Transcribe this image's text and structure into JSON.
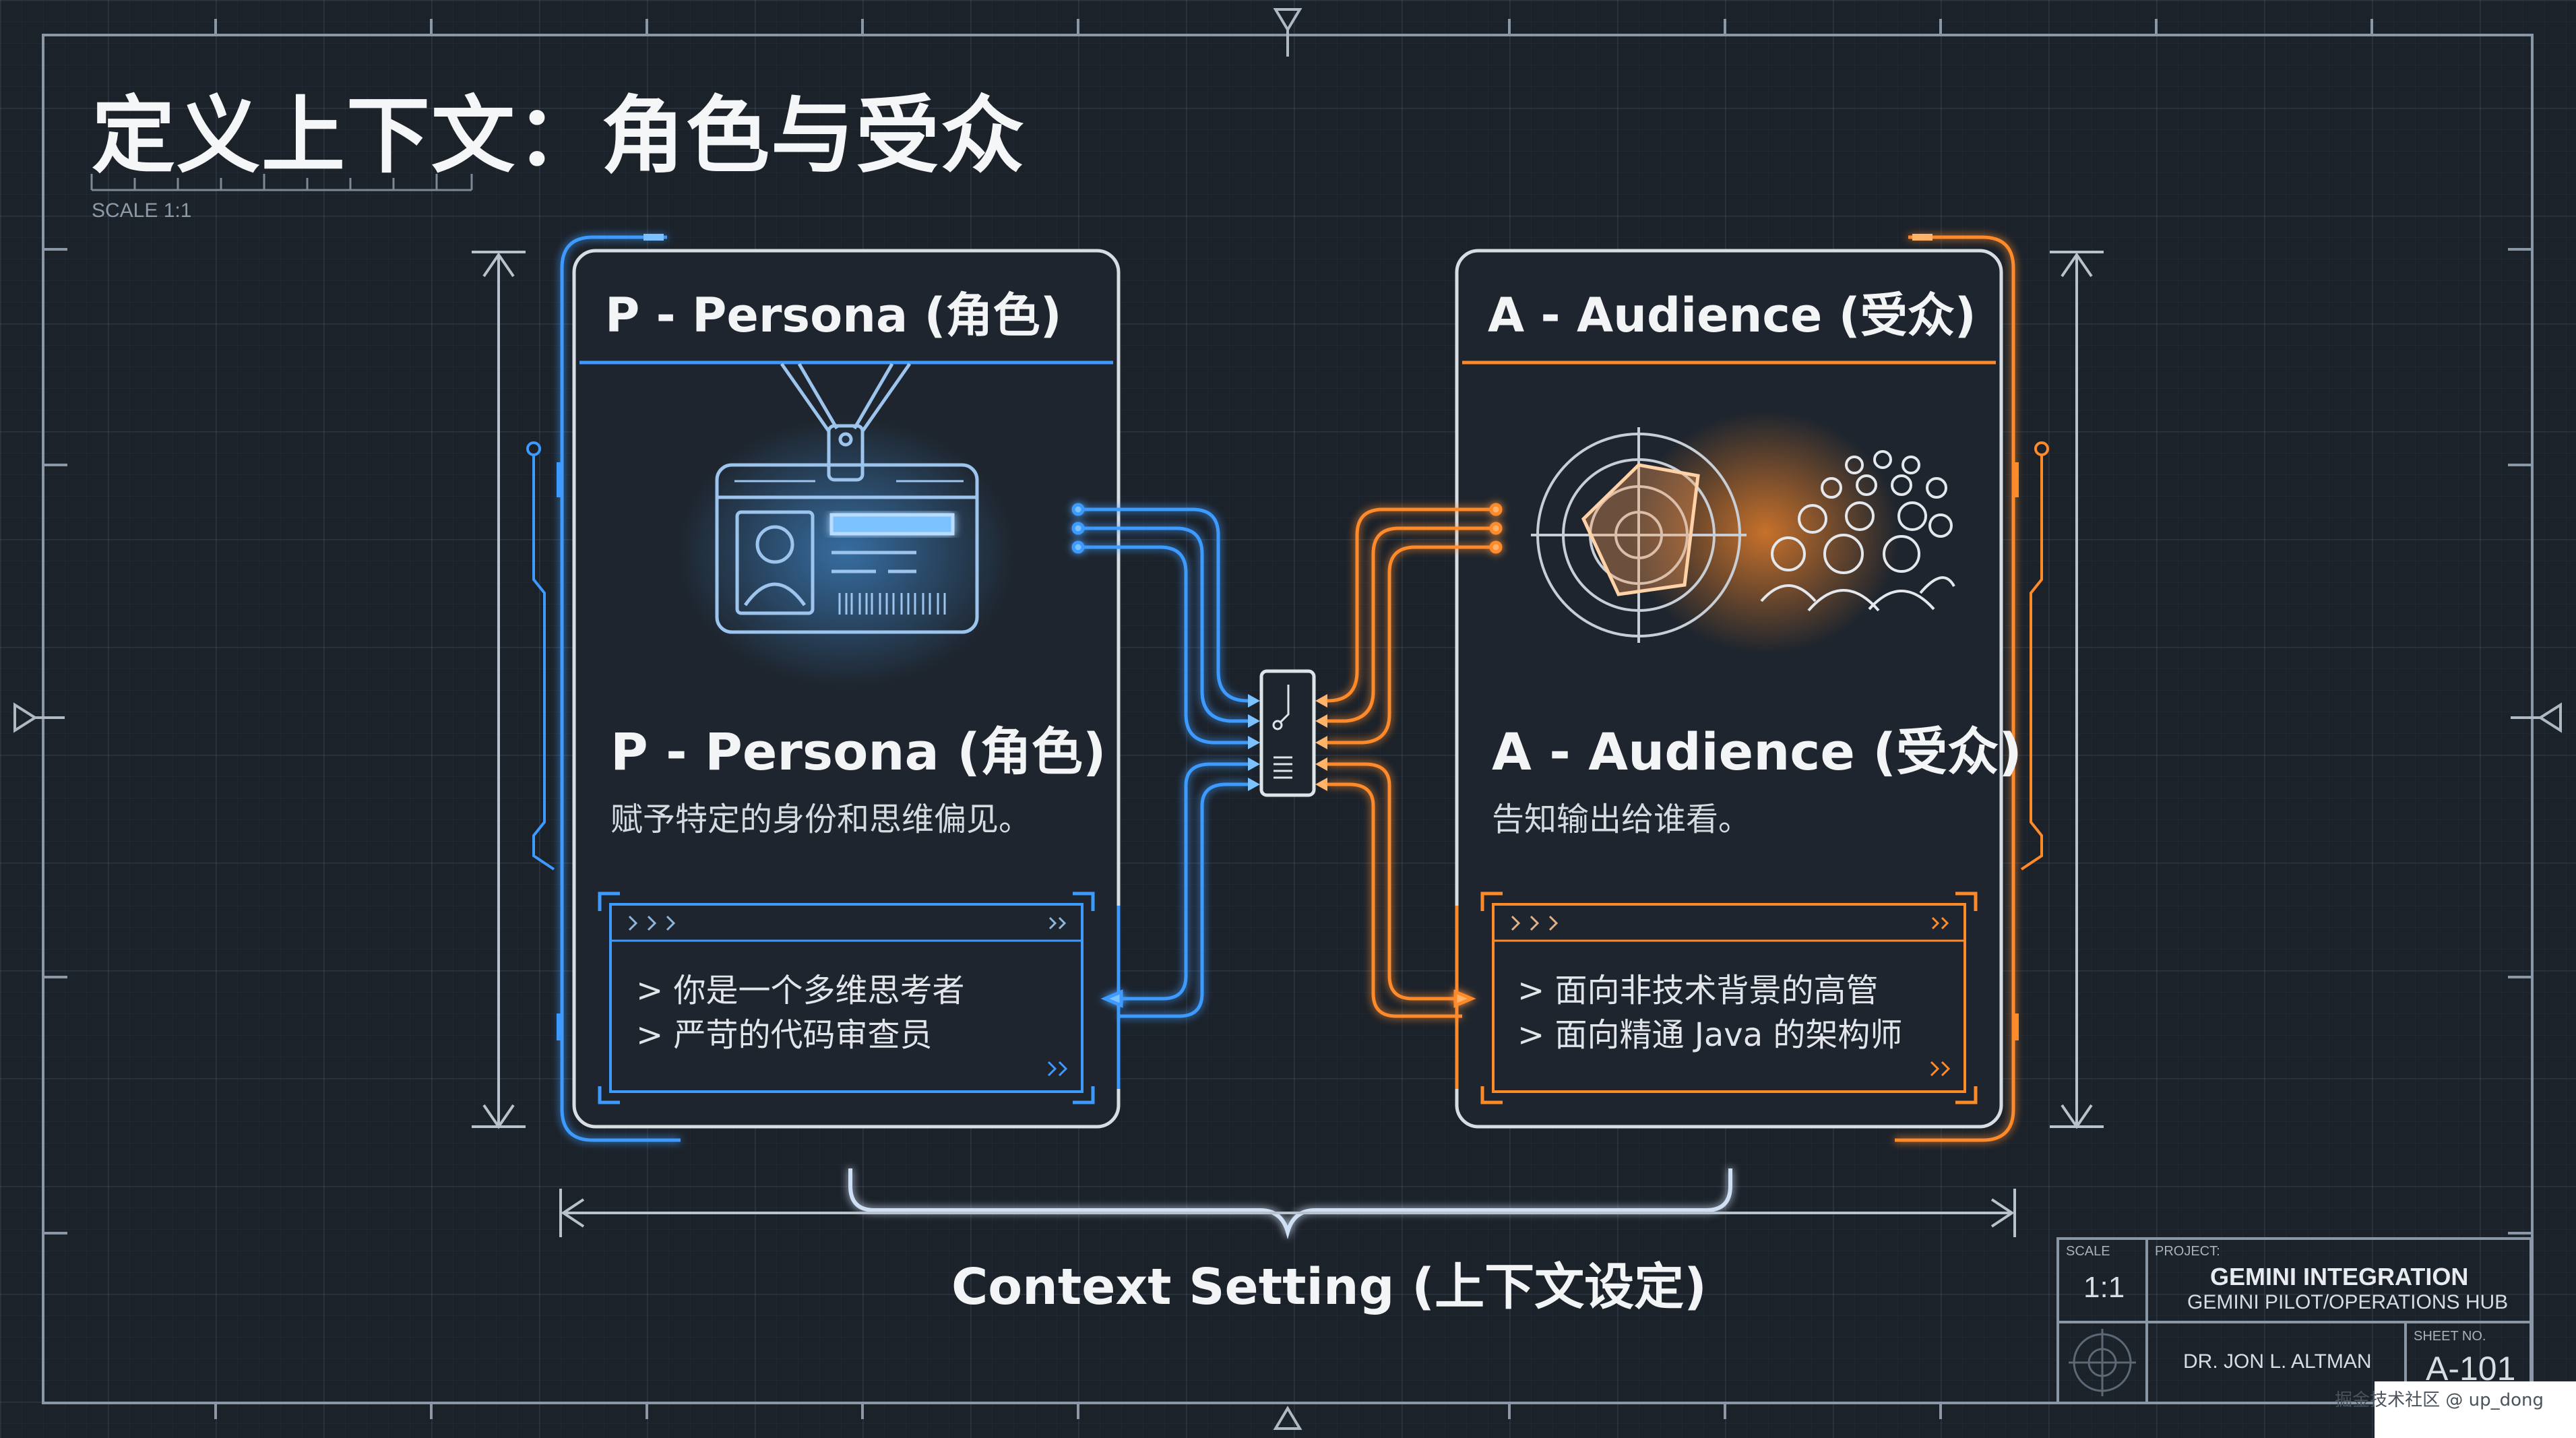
{
  "title": "定义上下文：角色与受众",
  "scale_label": "SCALE 1:1",
  "persona": {
    "header": "P - Persona (角色)",
    "heading": "P - Persona (角色)",
    "description": "赋予特定的身份和思维偏见。",
    "terminal_lines": [
      "> 你是一个多维思考者",
      "> 严苛的代码审查员"
    ],
    "icon": "id-badge-icon"
  },
  "audience": {
    "header": "A - Audience (受众)",
    "heading": "A - Audience (受众)",
    "description": "告知输出给谁看。",
    "terminal_lines": [
      "> 面向非技术背景的高管",
      "> 面向精通 Java 的架构师"
    ],
    "icon": "radar-crowd-icon"
  },
  "context_label": "Context Setting (上下文设定)",
  "title_block": {
    "scale_caption": "SCALE",
    "scale_value": "1:1",
    "project_caption": "PROJECT:",
    "project_name": "GEMINI INTEGRATION",
    "project_sub": "GEMINI PILOT/OPERATIONS HUB",
    "author": "DR. JON L. ALTMAN",
    "sheet_caption": "SHEET NO.",
    "sheet_no": "A-101"
  },
  "watermark": "掘金技术社区 @ up_dong",
  "colors": {
    "background": "#1c222a",
    "persona_accent": "#3d9bff",
    "audience_accent": "#ff8a2a",
    "text": "#f2f4f6"
  }
}
